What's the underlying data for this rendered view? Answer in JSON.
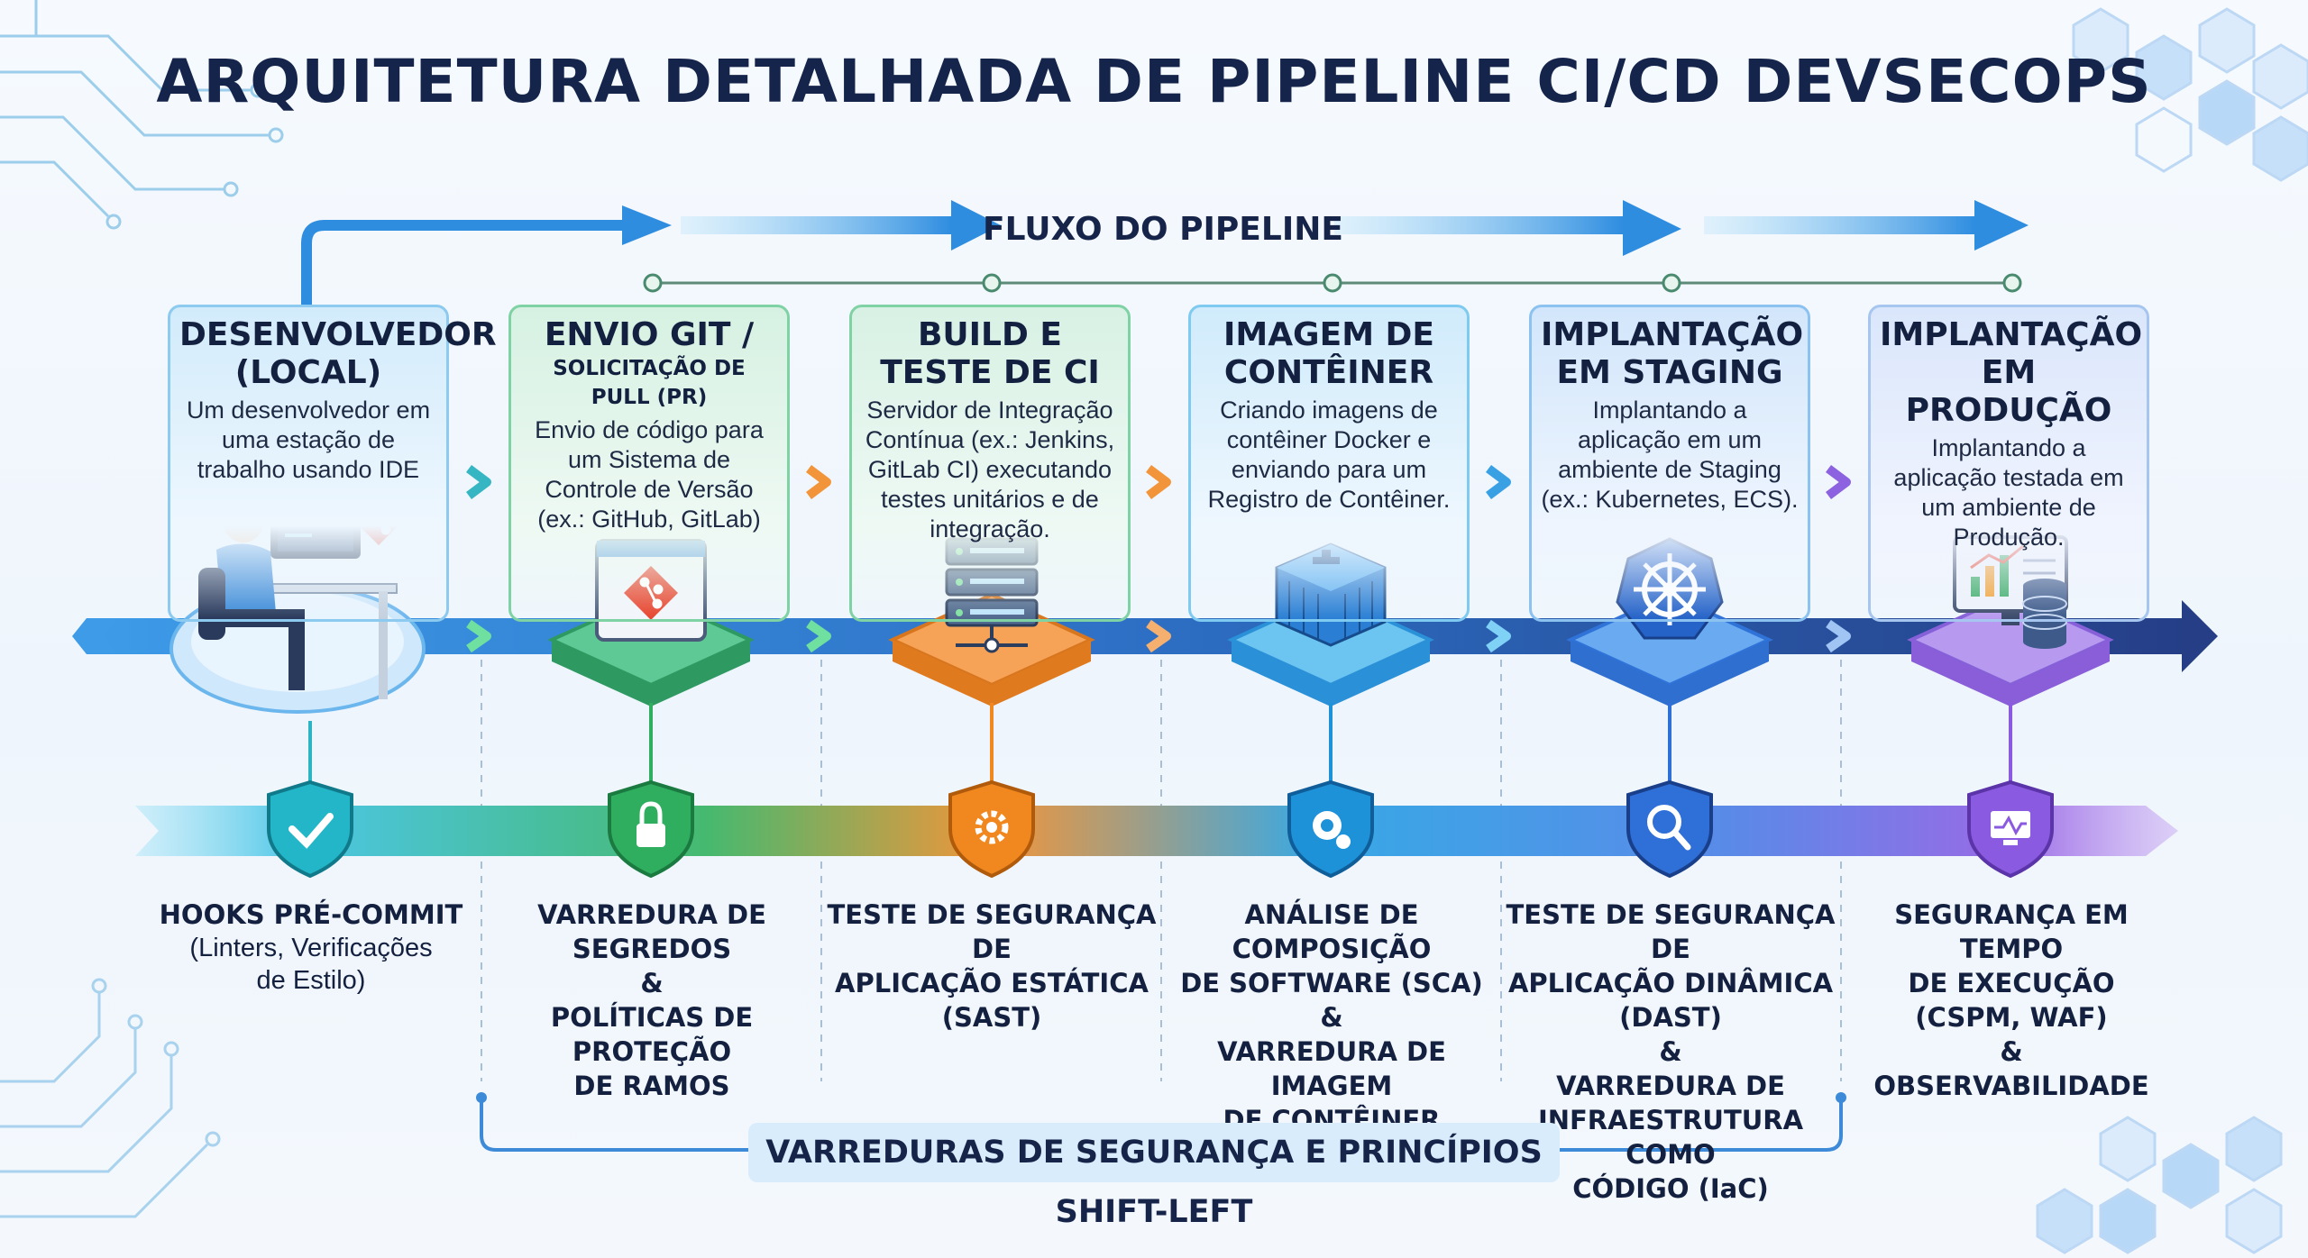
{
  "title": "ARQUITETURA DETALHADA DE PIPELINE CI/CD DEVSECOPS",
  "flow_label": "FLUXO DO PIPELINE",
  "bottom_label": "VARREDURAS DE SEGURANÇA E PRINCÍPIOS SHIFT-LEFT",
  "stages": [
    {
      "title": "DESENVOLVEDOR (LOCAL)",
      "subtitle": "",
      "desc": "Um desenvolvedor em uma estação de trabalho usando IDE",
      "icon": "developer-workstation-icon",
      "color": "#5aaee8"
    },
    {
      "title": "ENVIO GIT /",
      "subtitle": "SOLICITAÇÃO DE PULL (PR)",
      "desc": "Envio de código para um Sistema de Controle de Versão (ex.: GitHub, GitLab)",
      "icon": "git-icon",
      "color": "#33b87a"
    },
    {
      "title": "BUILD E TESTE DE CI",
      "subtitle": "",
      "desc": "Servidor de Integração Contínua (ex.: Jenkins, GitLab CI) executando testes unitários e de integração.",
      "icon": "server-icon",
      "color": "#f28c2a"
    },
    {
      "title": "IMAGEM DE CONTÊINER",
      "subtitle": "",
      "desc": "Criando imagens de contêiner Docker e enviando para um Registro de Contêiner.",
      "icon": "container-icon",
      "color": "#3aa0e4"
    },
    {
      "title": "IMPLANTAÇÃO EM STAGING",
      "subtitle": "",
      "desc": "Implantando a aplicação em um ambiente de Staging (ex.: Kubernetes, ECS).",
      "icon": "kubernetes-icon",
      "color": "#2f7ee0"
    },
    {
      "title": "IMPLANTAÇÃO EM PRODUÇÃO",
      "subtitle": "",
      "desc": "Implantando a aplicação testada em um ambiente de Produção.",
      "icon": "production-monitor-icon",
      "color": "#8c62e0"
    }
  ],
  "security": [
    {
      "lines": [
        "HOOKS PRÉ-COMMIT"
      ],
      "notes": [
        "(Linters, Verificações",
        "de Estilo)"
      ],
      "icon": "shield-check-icon",
      "color": "#22b6c8"
    },
    {
      "lines": [
        "VARREDURA DE SEGREDOS",
        "&",
        "POLÍTICAS DE PROTEÇÃO",
        "DE RAMOS"
      ],
      "notes": [],
      "icon": "shield-lock-icon",
      "color": "#2fae60"
    },
    {
      "lines": [
        "TESTE DE SEGURANÇA DE",
        "APLICAÇÃO ESTÁTICA",
        "(SAST)"
      ],
      "notes": [],
      "icon": "shield-gear-icon",
      "color": "#f0871f"
    },
    {
      "lines": [
        "ANÁLISE DE COMPOSIÇÃO",
        "DE SOFTWARE (SCA)",
        "&",
        "VARREDURA DE IMAGEM",
        "DE CONTÊINER"
      ],
      "notes": [],
      "icon": "shield-components-icon",
      "color": "#1e92d8"
    },
    {
      "lines": [
        "TESTE DE SEGURANÇA DE",
        "APLICAÇÃO DINÂMICA (DAST)",
        "&",
        "VARREDURA DE",
        "INFRAESTRUTURA COMO",
        "CÓDIGO (IaC)"
      ],
      "notes": [],
      "icon": "shield-search-icon",
      "color": "#2f6fd8"
    },
    {
      "lines": [
        "SEGURANÇA EM TEMPO",
        "DE EXECUÇÃO",
        "(CSPM, WAF)",
        "&",
        "OBSERVABILIDADE"
      ],
      "notes": [],
      "icon": "shield-monitor-icon",
      "color": "#8a5ae0"
    }
  ]
}
